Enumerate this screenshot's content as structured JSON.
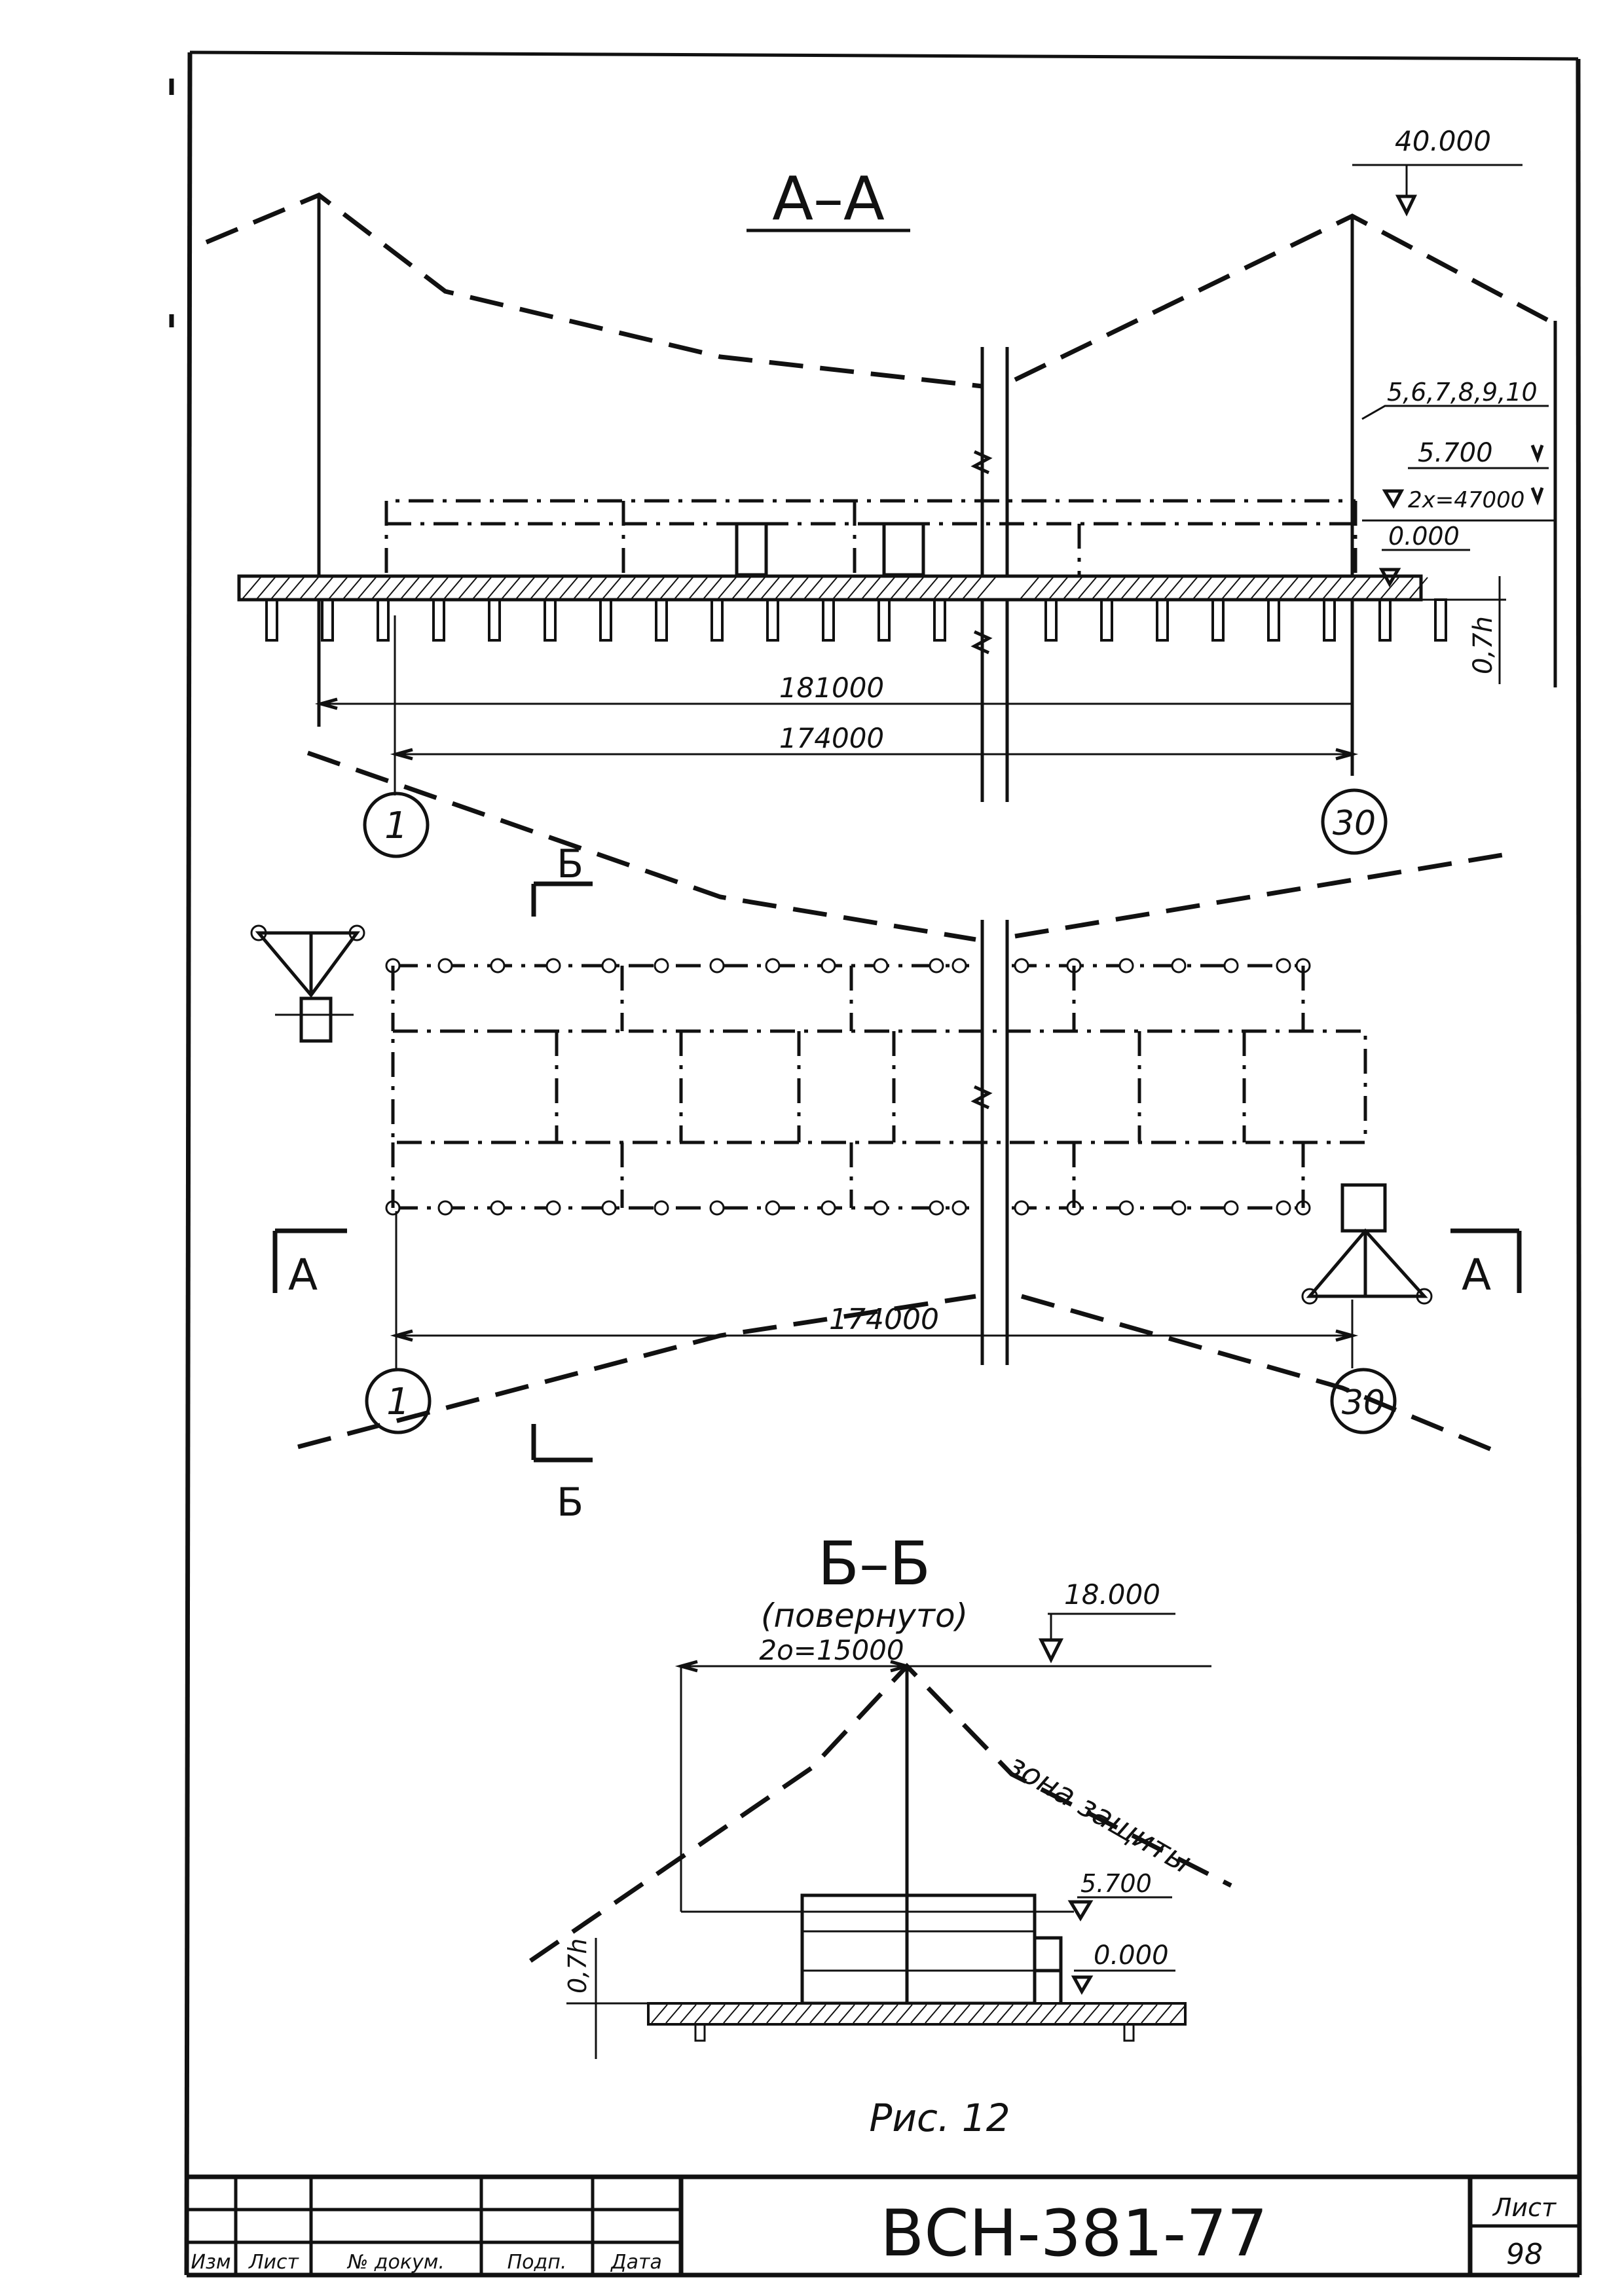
{
  "sections": {
    "aa_title": "А–А",
    "bb_title": "Б–Б",
    "bb_note": "(повернуто)",
    "cut_a": "А",
    "cut_b": "Б"
  },
  "elevations": {
    "top_aa": "40.000",
    "mast_group": "5,6,7,8,9,10",
    "roof_aa": "5.700",
    "rx": "2x=47000",
    "ground_aa": "0.000",
    "depth": "0,7h",
    "top_bb": "18.000",
    "ro": "2o=15000",
    "roof_bb": "5.700",
    "ground_bb": "0.000"
  },
  "dimensions": {
    "d181": "181000",
    "d174": "174000",
    "d174_plan": "174000"
  },
  "axes": {
    "first": "1",
    "last": "30"
  },
  "zone_label": "зона защиты",
  "figure_caption": "Рис. 12",
  "title_block": {
    "doc_code": "ВСН-381-77",
    "sheet_label": "Лист",
    "sheet_number": "98",
    "col_izm": "Изм",
    "col_list": "Лист",
    "col_doc": "№ докум.",
    "col_sign": "Подп.",
    "col_date": "Дата"
  }
}
